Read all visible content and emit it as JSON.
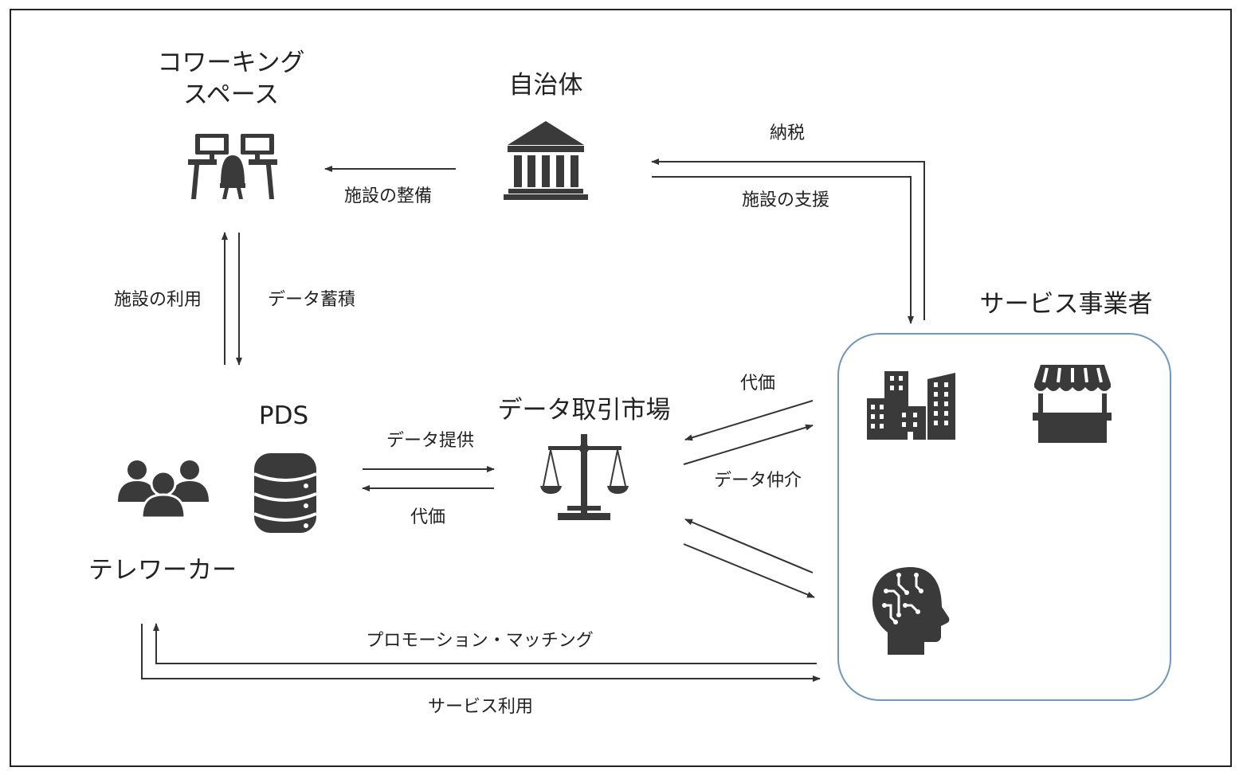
{
  "nodes": {
    "coworking": {
      "label_line1": "コワーキング",
      "label_line2": "スペース",
      "icon": "coworking-desks-icon"
    },
    "municipality": {
      "label": "自治体",
      "icon": "government-building-icon"
    },
    "service_providers": {
      "label": "サービス事業者",
      "icons": [
        "office-buildings-icon",
        "storefront-icon",
        "ai-head-icon"
      ]
    },
    "pds": {
      "label": "PDS",
      "icon": "database-icon"
    },
    "market": {
      "label": "データ取引市場",
      "icon": "balance-scale-icon"
    },
    "teleworker": {
      "label": "テレワーカー",
      "icon": "people-group-icon"
    }
  },
  "edges": {
    "facility_maintenance": "施設の整備",
    "tax_payment": "納税",
    "facility_support": "施設の支援",
    "facility_use": "施設の利用",
    "data_accumulation": "データ蓄積",
    "data_provision": "データ提供",
    "consideration_pds": "代価",
    "consideration_market": "代価",
    "data_brokerage": "データ仲介",
    "promotion_matching": "プロモーション・マッチング",
    "service_use": "サービス利用"
  }
}
